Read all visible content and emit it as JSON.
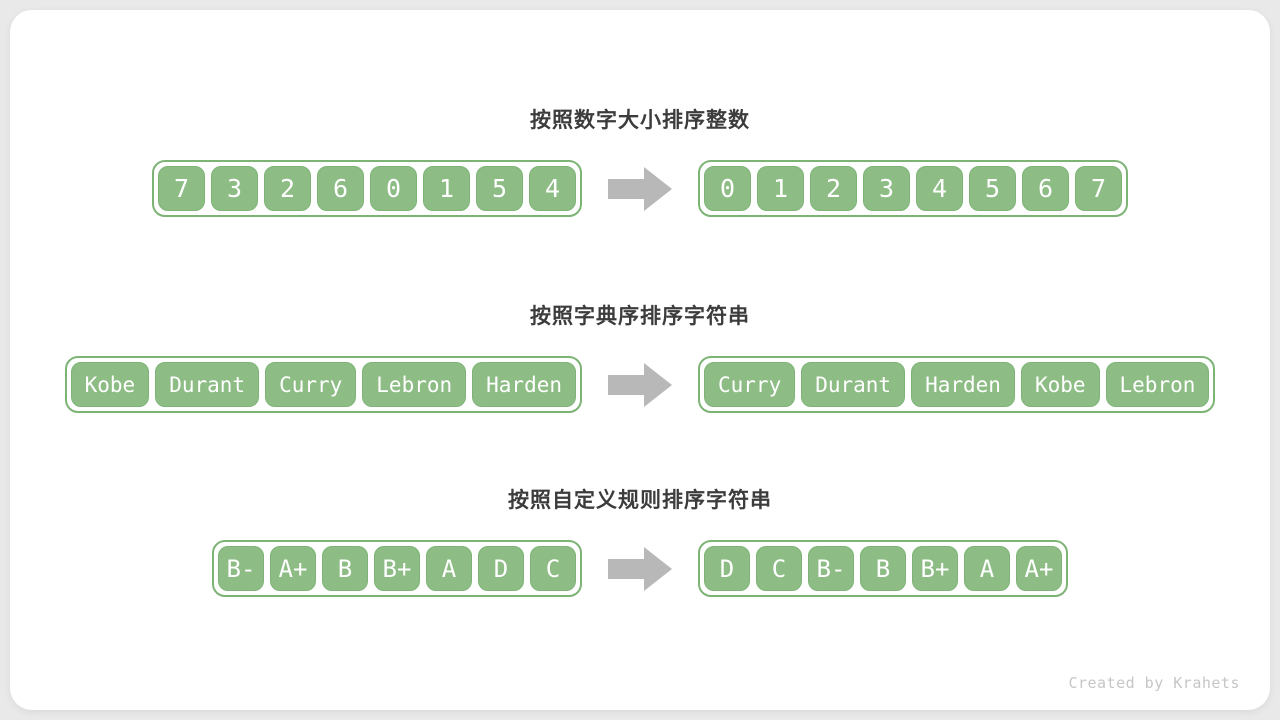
{
  "colors": {
    "page_bg": "#e9e9e9",
    "card_bg": "#ffffff",
    "box_fill": "#8dbd85",
    "box_border": "#7db476",
    "arrow": "#b8b8b8",
    "title": "#3c3c3c",
    "credit": "#c6c6c6"
  },
  "credit": "Created by Krahets",
  "sections": [
    {
      "title": "按照数字大小排序整数",
      "cell_type": "digit",
      "before": [
        "7",
        "3",
        "2",
        "6",
        "0",
        "1",
        "5",
        "4"
      ],
      "after": [
        "0",
        "1",
        "2",
        "3",
        "4",
        "5",
        "6",
        "7"
      ]
    },
    {
      "title": "按照字典序排序字符串",
      "cell_type": "word",
      "before": [
        "Kobe",
        "Durant",
        "Curry",
        "Lebron",
        "Harden"
      ],
      "after": [
        "Curry",
        "Durant",
        "Harden",
        "Kobe",
        "Lebron"
      ]
    },
    {
      "title": "按照自定义规则排序字符串",
      "cell_type": "grade",
      "before": [
        "B-",
        "A+",
        "B",
        "B+",
        "A",
        "D",
        "C"
      ],
      "after": [
        "D",
        "C",
        "B-",
        "B",
        "B+",
        "A",
        "A+"
      ]
    }
  ]
}
